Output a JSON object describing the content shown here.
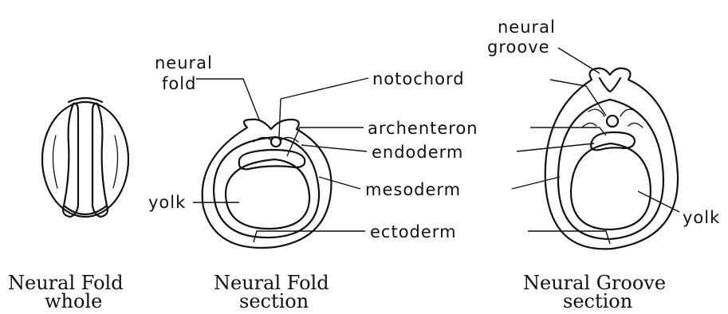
{
  "labels": {
    "neural_fold": [
      "neural",
      "fold"
    ],
    "neural_groove": [
      "neural",
      "groove"
    ],
    "notochord": "notochord",
    "archenteron": "archenteron",
    "endoderm": "endoderm",
    "mesoderm": "mesoderm",
    "ectoderm": "ectoderm",
    "yolk_left": "yolk",
    "yolk_right": "yolk"
  },
  "captions": {
    "whole": [
      "Neural Fold",
      "whole"
    ],
    "fold_section": [
      "Neural Fold",
      "section"
    ],
    "groove_section": [
      "Neural Groove",
      "section"
    ]
  }
}
